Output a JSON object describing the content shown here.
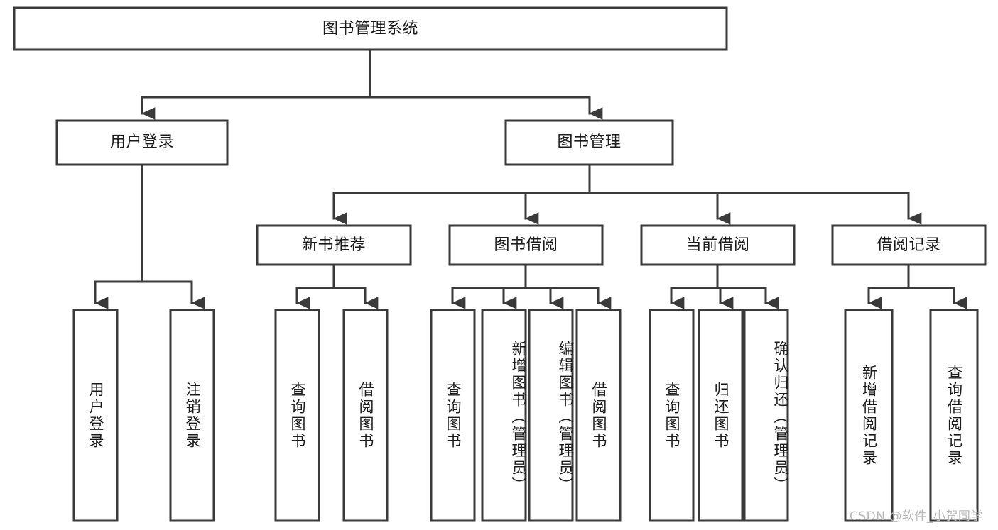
{
  "diagram": {
    "type": "hierarchy-tree",
    "title": "图书管理系统",
    "watermark": "CSDN @软件_小贺同学",
    "colors": {
      "box_stroke": "#3a3a3a",
      "box_fill": "#ffffff",
      "text": "#1b1b1b",
      "background": "#ffffff",
      "watermark": "#b9b9b9"
    },
    "levels": {
      "root": {
        "label": "图书管理系统"
      },
      "level2": [
        {
          "label": "用户登录"
        },
        {
          "label": "图书管理"
        }
      ],
      "level3": [
        {
          "label": "新书推荐"
        },
        {
          "label": "图书借阅"
        },
        {
          "label": "当前借阅"
        },
        {
          "label": "借阅记录"
        }
      ],
      "leaves": {
        "user_login": [
          {
            "label": "用户登录"
          },
          {
            "label": "注销登录"
          }
        ],
        "new_book_recommend": [
          {
            "label": "查询图书"
          },
          {
            "label": "借阅图书"
          }
        ],
        "book_borrow": [
          {
            "label": "查询图书"
          },
          {
            "label": "新增图书（管理员）"
          },
          {
            "label": "编辑图书（管理员）"
          },
          {
            "label": "借阅图书"
          }
        ],
        "current_borrow": [
          {
            "label": "查询图书"
          },
          {
            "label": "归还图书"
          },
          {
            "label": "确认归还（管理员）"
          }
        ],
        "borrow_record": [
          {
            "label": "新增借阅记录"
          },
          {
            "label": "查询借阅记录"
          }
        ]
      }
    }
  }
}
